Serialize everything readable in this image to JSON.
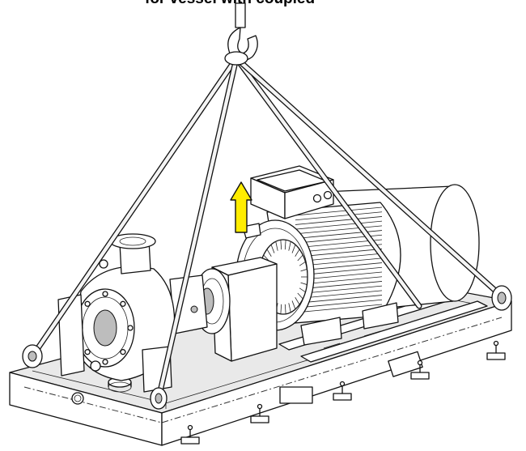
{
  "title": "for vessel with coupled",
  "arrow_color": "#ffed00",
  "components": {
    "hook": "crane-hook",
    "slings": 4,
    "motor_fan_fins": 22
  }
}
